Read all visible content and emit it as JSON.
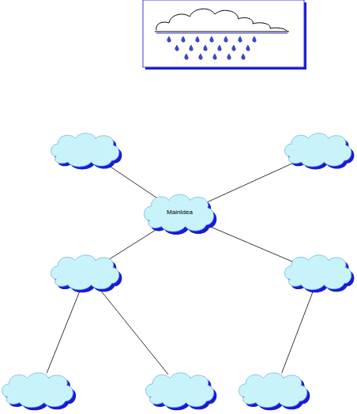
{
  "diagram": {
    "nodes": [
      {
        "text": []
      },
      {
        "text": []
      },
      {
        "text": [
          "MainIdea"
        ]
      },
      {
        "text": []
      },
      {
        "text": []
      },
      {
        "text": []
      },
      {
        "text": []
      },
      {
        "text": []
      }
    ],
    "edges": [
      {
        "from": 2,
        "to": 0,
        "arrow": "none"
      },
      {
        "from": 2,
        "to": 1,
        "arrow": "none"
      },
      {
        "from": 2,
        "to": 3,
        "arrow": "none"
      },
      {
        "from": 2,
        "to": 4,
        "arrow": "none"
      },
      {
        "from": 3,
        "to": 5,
        "arrow": "none"
      },
      {
        "from": 3,
        "to": 6,
        "arrow": "none"
      },
      {
        "from": 4,
        "to": 7,
        "arrow": "none"
      }
    ]
  }
}
